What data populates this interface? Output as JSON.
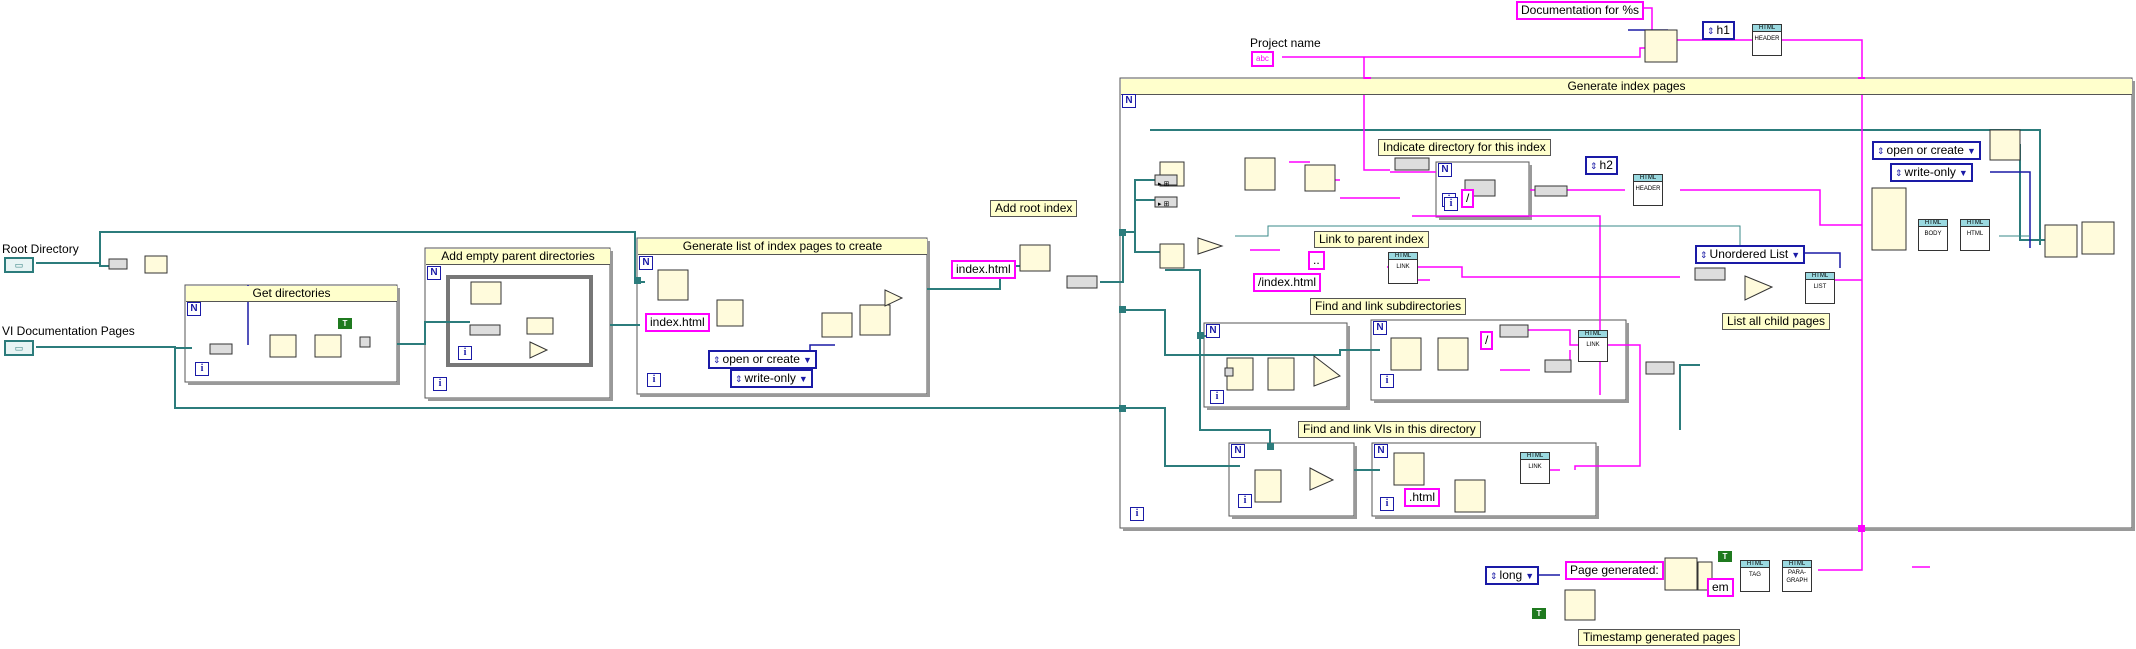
{
  "diagram": {
    "controls": {
      "root_directory": "Root Directory",
      "vi_doc_pages": "VI Documentation Pages",
      "project_name": "Project name"
    },
    "notes": {
      "get_directories": "Get directories",
      "add_empty_parent_dirs": "Add empty parent directories",
      "generate_list": "Generate list of index pages to create",
      "add_root_index": "Add root index",
      "generate_index_pages": "Generate index pages",
      "indicate_directory": "Indicate directory for this index",
      "link_to_parent": "Link to parent index",
      "find_subdirs": "Find and link subdirectories",
      "list_child_pages": "List all child pages",
      "find_vis": "Find and link VIs in this directory",
      "timestamp": "Timestamp generated pages"
    },
    "strings": {
      "documentation_for": "Documentation for %s",
      "index_html_1": "index.html",
      "index_html_2": "index.html",
      "slash": "/",
      "dotdot": "..",
      "slash_index_html": "/index.html",
      "html_ext": ".html",
      "page_generated": "Page generated:",
      "em": "em"
    },
    "rings": {
      "h1": "h1",
      "h2": "h2",
      "open_or_create_1": "open or create",
      "write_only_1": "write-only",
      "open_or_create_2": "open or create",
      "write_only_2": "write-only",
      "unordered_list": "Unordered List",
      "long": "long"
    },
    "vi_icons": {
      "top": "HTML",
      "header": "HEADER",
      "link": "LINK",
      "list": "LIST",
      "body": "BODY",
      "html": "HTML",
      "tag": "TAG",
      "paragraph": "PARA-GRAPH"
    },
    "loop_markers": {
      "n": "N",
      "i": "i"
    },
    "constants": {
      "true_const": "T",
      "abc": "abc"
    },
    "wire_colors": {
      "path": "#2c7c7c",
      "string": "#ff00ff",
      "enum": "#1a1aa6",
      "boolean": "#1f7a1f"
    }
  }
}
